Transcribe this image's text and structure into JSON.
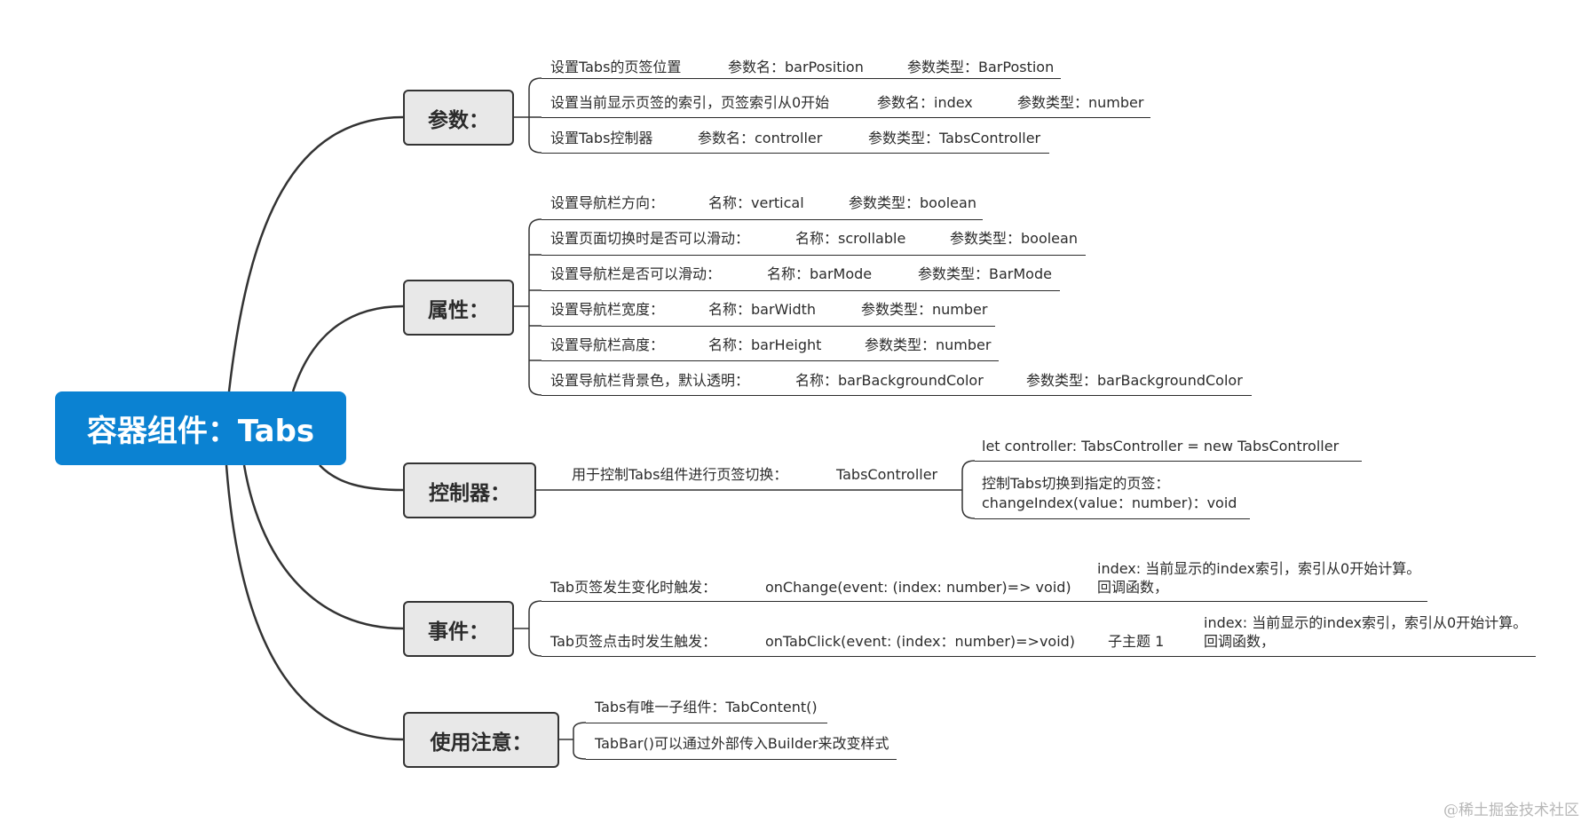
{
  "root": "容器组件：Tabs",
  "branches": {
    "params": "参数：",
    "attrs": "属性：",
    "controller": "控制器：",
    "events": "事件：",
    "notes": "使用注意："
  },
  "params": [
    [
      "设置Tabs的页签位置",
      "参数名：barPosition",
      "参数类型：BarPostion"
    ],
    [
      "设置当前显示页签的索引，页签索引从0开始",
      "参数名：index",
      "参数类型：number"
    ],
    [
      "设置Tabs控制器",
      "参数名：controller",
      "参数类型：TabsController"
    ]
  ],
  "attrs": [
    [
      "设置导航栏方向：",
      "名称：vertical",
      "参数类型：boolean"
    ],
    [
      "设置页面切换时是否可以滑动：",
      "名称：scrollable",
      "参数类型：boolean"
    ],
    [
      "设置导航栏是否可以滑动：",
      "名称：barMode",
      "参数类型：BarMode"
    ],
    [
      "设置导航栏宽度：",
      "名称：barWidth",
      "参数类型：number"
    ],
    [
      "设置导航栏高度：",
      "名称：barHeight",
      "参数类型：number"
    ],
    [
      "设置导航栏背景色，默认透明：",
      "名称：barBackgroundColor",
      "参数类型：barBackgroundColor"
    ]
  ],
  "controller": {
    "desc": "用于控制Tabs组件进行页签切换：",
    "name": "TabsController",
    "sub1": "let controller: TabsController = new TabsController",
    "sub2_line1": "控制Tabs切换到指定的页签：",
    "sub2_line2": "changeIndex(value：number)：void"
  },
  "events": {
    "e1_desc": "Tab页签发生变化时触发：",
    "e1_sig": "onChange(event: (index: number)=> void)",
    "e1_note_line1": "index: 当前显示的index索引，索引从0开始计算。",
    "e1_note_line2": "回调函数，",
    "e2_desc": "Tab页签点击时发生触发：",
    "e2_sig": "onTabClick(event: (index：number)=>void)",
    "e2_sub": "子主题 1",
    "e2_note_line1": "index: 当前显示的index索引，索引从0开始计算。",
    "e2_note_line2": "回调函数，"
  },
  "notes": [
    "Tabs有唯一子组件：TabContent()",
    "TabBar()可以通过外部传入Builder来改变样式"
  ],
  "watermark": "@稀土掘金技术社区",
  "colors": {
    "root_bg": "#0b82d2",
    "branch_bg": "#e8e8e8",
    "line": "#2b2b2b"
  }
}
